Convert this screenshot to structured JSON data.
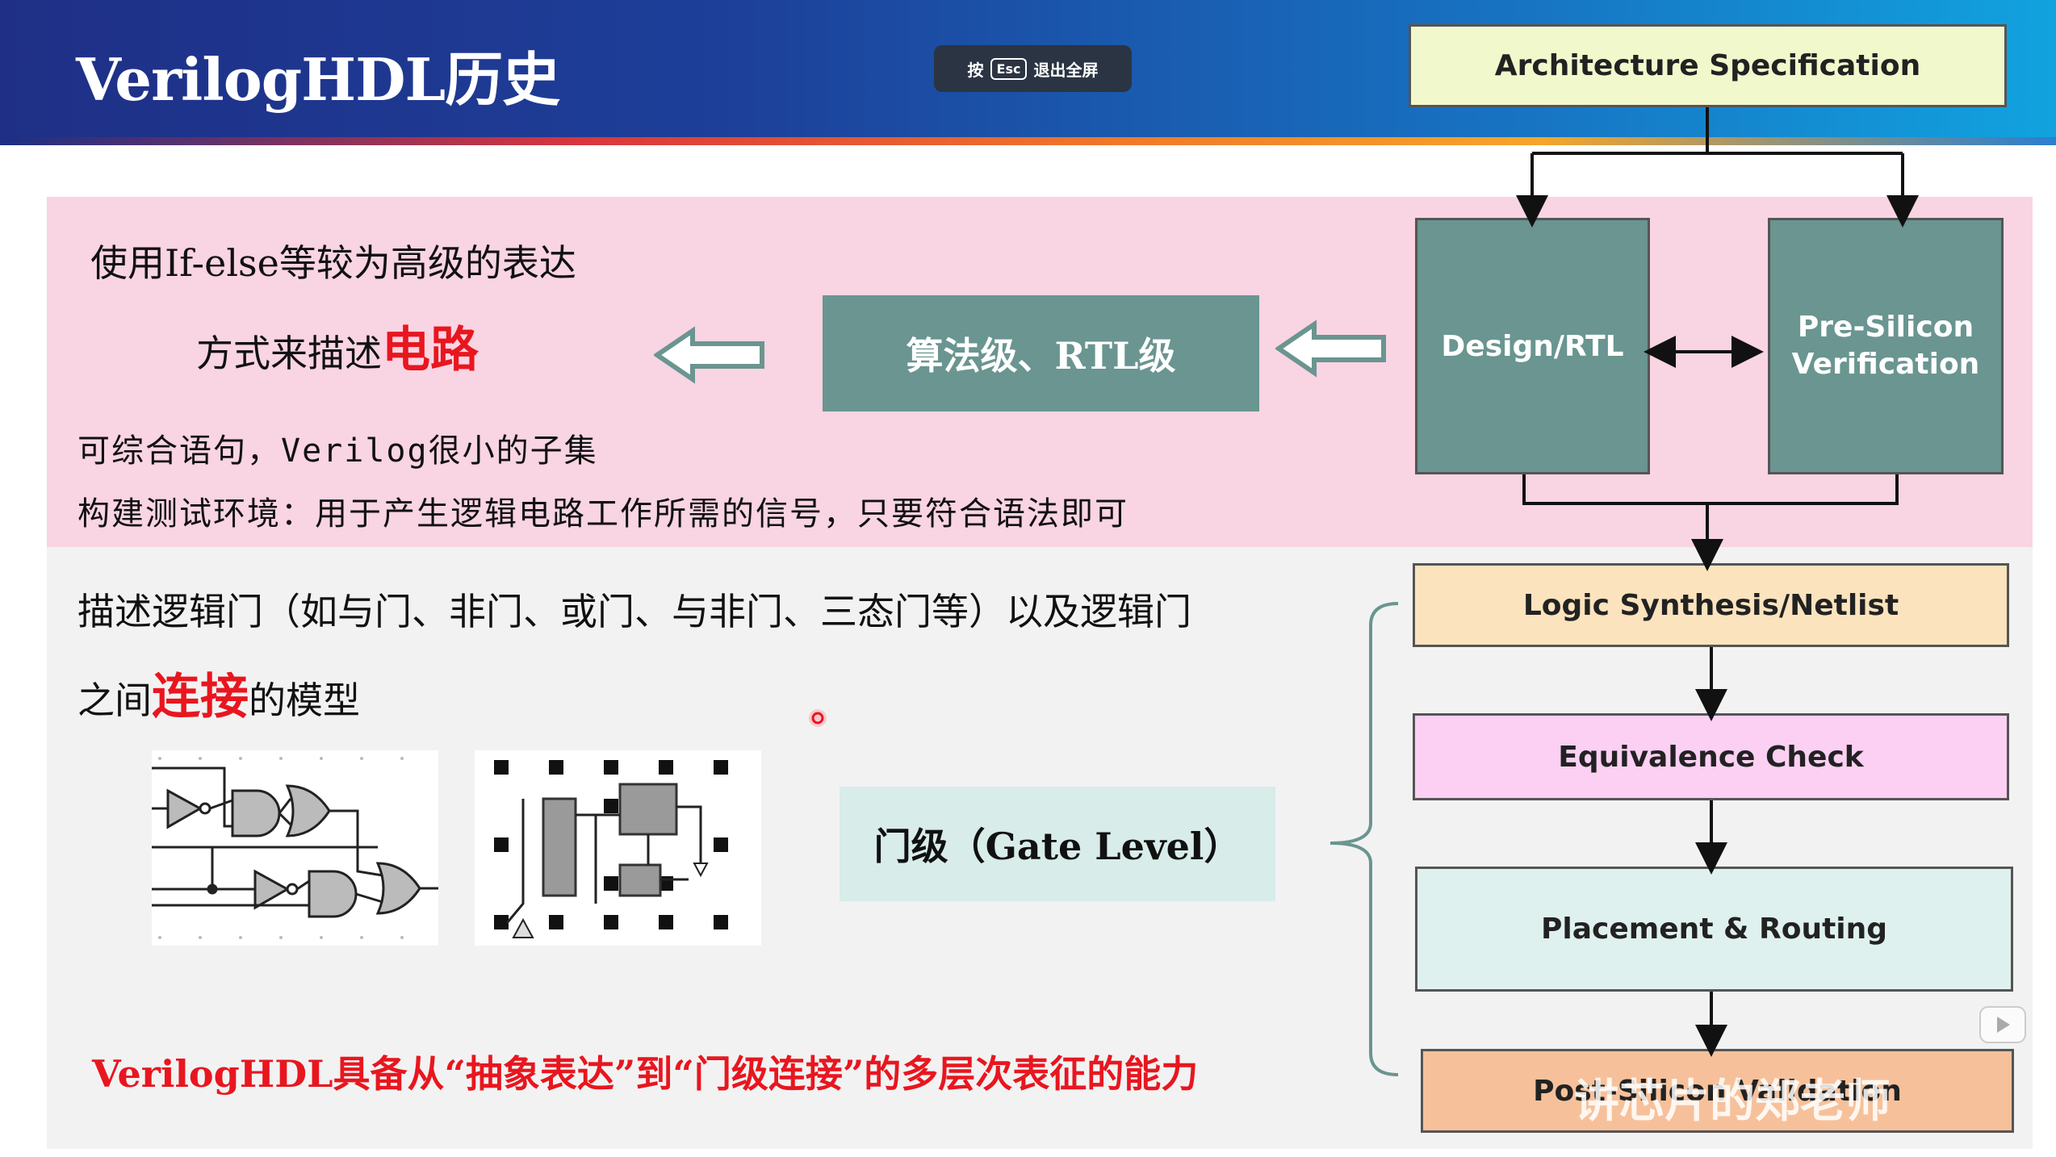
{
  "header": {
    "title": "VerilogHDL历史"
  },
  "esc_hint": {
    "prefix": "按",
    "key": "Esc",
    "suffix": "退出全屏"
  },
  "left": {
    "line1": "使用If-else等较为高级的表达",
    "line2_plain": "方式来描述",
    "line2_red": "电路",
    "line3": "可综合语句，Verilog很小的子集",
    "line4": "构建测试环境：用于产生逻辑电路工作所需的信号，只要符合语法即可",
    "rtl_label": "算法级、RTL级",
    "gate_line1": "描述逻辑门（如与门、非门、或门、与非门、三态门等）以及逻辑门",
    "gate_line2_pre": "之间",
    "gate_line2_red": "连接",
    "gate_line2_post": "的模型",
    "gate_label": "门级（Gate Level）",
    "footer": "VerilogHDL具备从“抽象表达”到“门级连接”的多层次表征的能力"
  },
  "flow": {
    "arch": "Architecture Specification",
    "design": "Design/RTL",
    "pre_silicon": "Pre-Silicon Verification",
    "synthesis": "Logic Synthesis/Netlist",
    "equivalence": "Equivalence Check",
    "placement": "Placement & Routing",
    "post_silicon": "Post-Silicon Validation"
  },
  "watermark": "讲芯片的郑老师",
  "colors": {
    "pink": "#f9d4e3",
    "teal": "#6a9590",
    "red": "#e8161f",
    "arch_box": "#f1f8cc",
    "synth_box": "#fbe3bd",
    "equiv_box": "#fbd0f3",
    "place_box": "#dff1ee",
    "post_box": "#f6c19a"
  }
}
